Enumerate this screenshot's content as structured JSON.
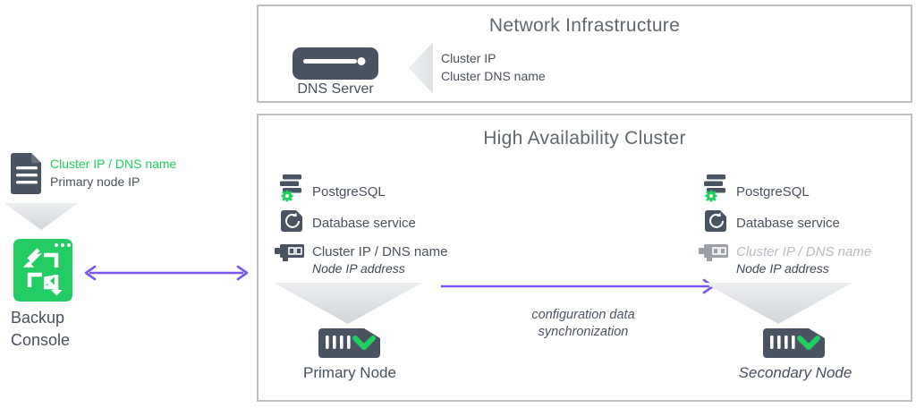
{
  "colors": {
    "accent_green": "#1ed05e",
    "console_green": "#24cd63",
    "accent_purple": "#7a57ee",
    "dark_slate": "#4a5362",
    "box_border": "#b9bfc4",
    "muted_gray": "#b6bcc2"
  },
  "backup_console": {
    "annotation_green": "Cluster IP / DNS name",
    "annotation_dark": "Primary node IP",
    "label_line1": "Backup",
    "label_line2": "Console"
  },
  "network_infrastructure": {
    "title": "Network Infrastructure",
    "dns_server_label": "DNS Server",
    "annotation_line1": "Cluster IP",
    "annotation_line2": "Cluster DNS name"
  },
  "ha_cluster": {
    "title": "High Availability Cluster",
    "sync_line1": "configuration data",
    "sync_line2": "synchronization",
    "primary": {
      "rows": [
        {
          "label": "PostgreSQL"
        },
        {
          "label": "Database service"
        },
        {
          "label": "Cluster IP / DNS name",
          "sub": "Node IP address"
        }
      ],
      "node_label": "Primary Node"
    },
    "secondary": {
      "rows": [
        {
          "label": "PostgreSQL"
        },
        {
          "label": "Database service"
        },
        {
          "label": "Cluster IP / DNS name",
          "sub": "Node IP address"
        }
      ],
      "node_label": "Secondary Node"
    }
  }
}
